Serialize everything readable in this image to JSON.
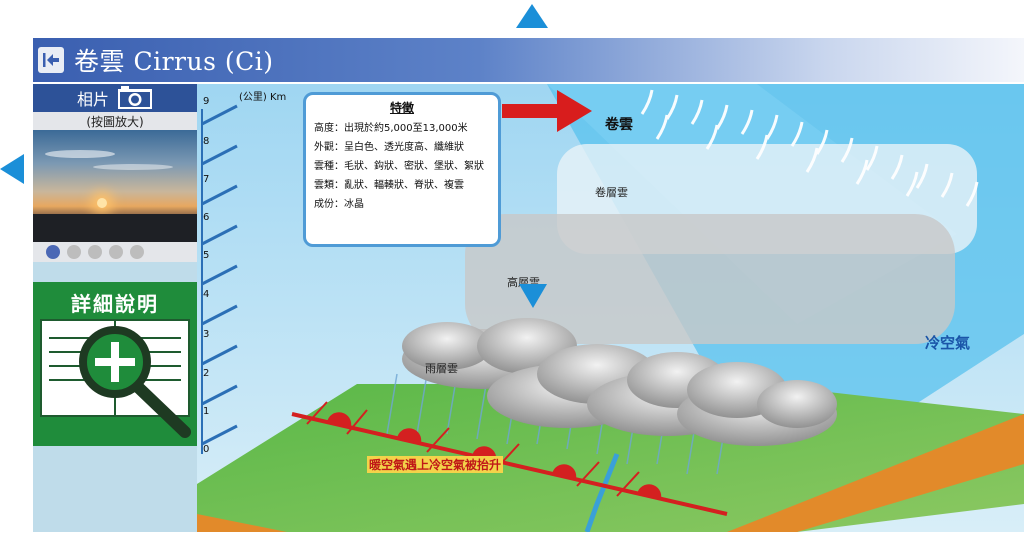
{
  "header": {
    "title": "卷雲 Cirrus (Ci)"
  },
  "sidebar": {
    "photo_label": "相片",
    "photo_hint": "(按圖放大)",
    "detail_label": "詳細說明"
  },
  "info_box": {
    "title": "特徵",
    "rows": [
      "高度：出現於約5,000至13,000米",
      "外觀：呈白色、透光度高、纖維狀",
      "雲種：毛狀、鈎狀、密狀、堡狀、絮狀",
      "雲類：亂狀、輻輳狀、脊狀、複雲",
      "成份：冰晶"
    ]
  },
  "scale": {
    "unit": "(公里) Km",
    "ticks": [
      "9",
      "8",
      "7",
      "6",
      "5",
      "4",
      "3",
      "2",
      "1",
      "0"
    ]
  },
  "labels": {
    "cirrus": "卷雲",
    "cirrostratus": "卷層雲",
    "altostratus": "高層雲",
    "nimbostratus": "雨層雲",
    "cold_air": "冷空氣",
    "warm_air": "暖空氣遇上冷空氣被抬升"
  },
  "colors": {
    "header": "#3a5fb0",
    "accent": "#1b8fd8",
    "detail": "#1f8c3b",
    "warm_front": "#d42020"
  }
}
